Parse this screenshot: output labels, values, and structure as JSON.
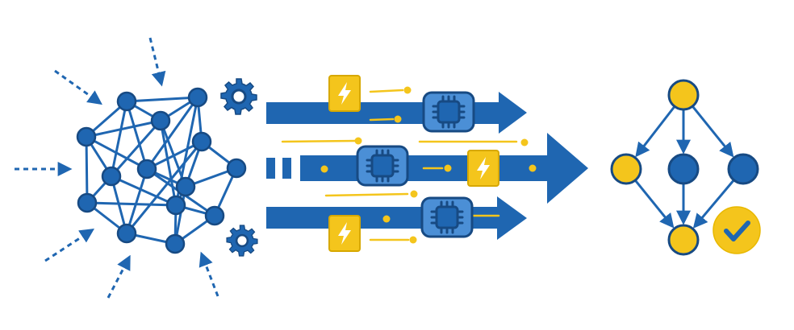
{
  "colors": {
    "blue": "#1f66b1",
    "blue_dark": "#174a83",
    "blue_light": "#4b8fd6",
    "yellow": "#f4c51c",
    "yellow_dark": "#d7a800",
    "white": "#ffffff"
  },
  "icons": {
    "gear": "gear-icon",
    "chip": "cpu-chip-icon",
    "bolt": "lightning-bolt-icon",
    "check": "checkmark-icon"
  },
  "streams": [
    {
      "name": "stream-top",
      "packets": [
        "bolt-card",
        "chip"
      ]
    },
    {
      "name": "stream-middle",
      "packets": [
        "chip",
        "bolt-card"
      ],
      "has_dashed_tail": true
    },
    {
      "name": "stream-bottom",
      "packets": [
        "bolt-card",
        "chip"
      ]
    }
  ],
  "flow_graph": {
    "nodes": [
      {
        "id": "top",
        "color": "yellow"
      },
      {
        "id": "left",
        "color": "yellow"
      },
      {
        "id": "center",
        "color": "blue"
      },
      {
        "id": "right",
        "color": "blue"
      },
      {
        "id": "bottom",
        "color": "yellow"
      }
    ],
    "edges": [
      [
        "top",
        "left"
      ],
      [
        "top",
        "center"
      ],
      [
        "top",
        "right"
      ],
      [
        "left",
        "bottom"
      ],
      [
        "center",
        "bottom"
      ],
      [
        "right",
        "bottom"
      ]
    ],
    "status": "complete"
  }
}
